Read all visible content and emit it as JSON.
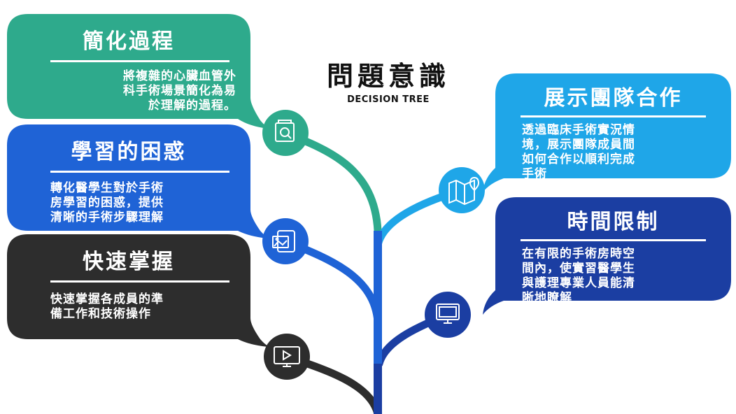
{
  "header": {
    "title": "問題意識",
    "subtitle": "DECISION TREE"
  },
  "colors": {
    "teal": "#2eaa8c",
    "blue": "#1f63d6",
    "dark": "#2d2d2d",
    "light_blue": "#1fa6e8",
    "navy": "#1b3ea2"
  },
  "cards": {
    "simplify": {
      "title": "簡化過程",
      "body": "將複雜的心臟血管外\n科手術場景簡化為易\n於理解的過程。",
      "icon": "search-document-icon"
    },
    "learning": {
      "title": "學習的困惑",
      "body": "轉化醫學生對於手術\n房學習的困惑，提供\n清晰的手術步驟理解",
      "icon": "tablet-image-icon"
    },
    "master": {
      "title": "快速掌握",
      "body": "快速掌握各成員的準\n備工作和技術操作",
      "icon": "video-monitor-icon"
    },
    "teamwork": {
      "title": "展示團隊合作",
      "body": "透過臨床手術實況情\n境，展示團隊成員間\n如何合作以順利完成\n手術",
      "icon": "map-pin-icon"
    },
    "time": {
      "title": "時間限制",
      "body": "在有限的手術房時空\n間內，使實習醫學生\n與護理專業人員能清\n晰地瞭解",
      "icon": "desktop-icon"
    }
  }
}
